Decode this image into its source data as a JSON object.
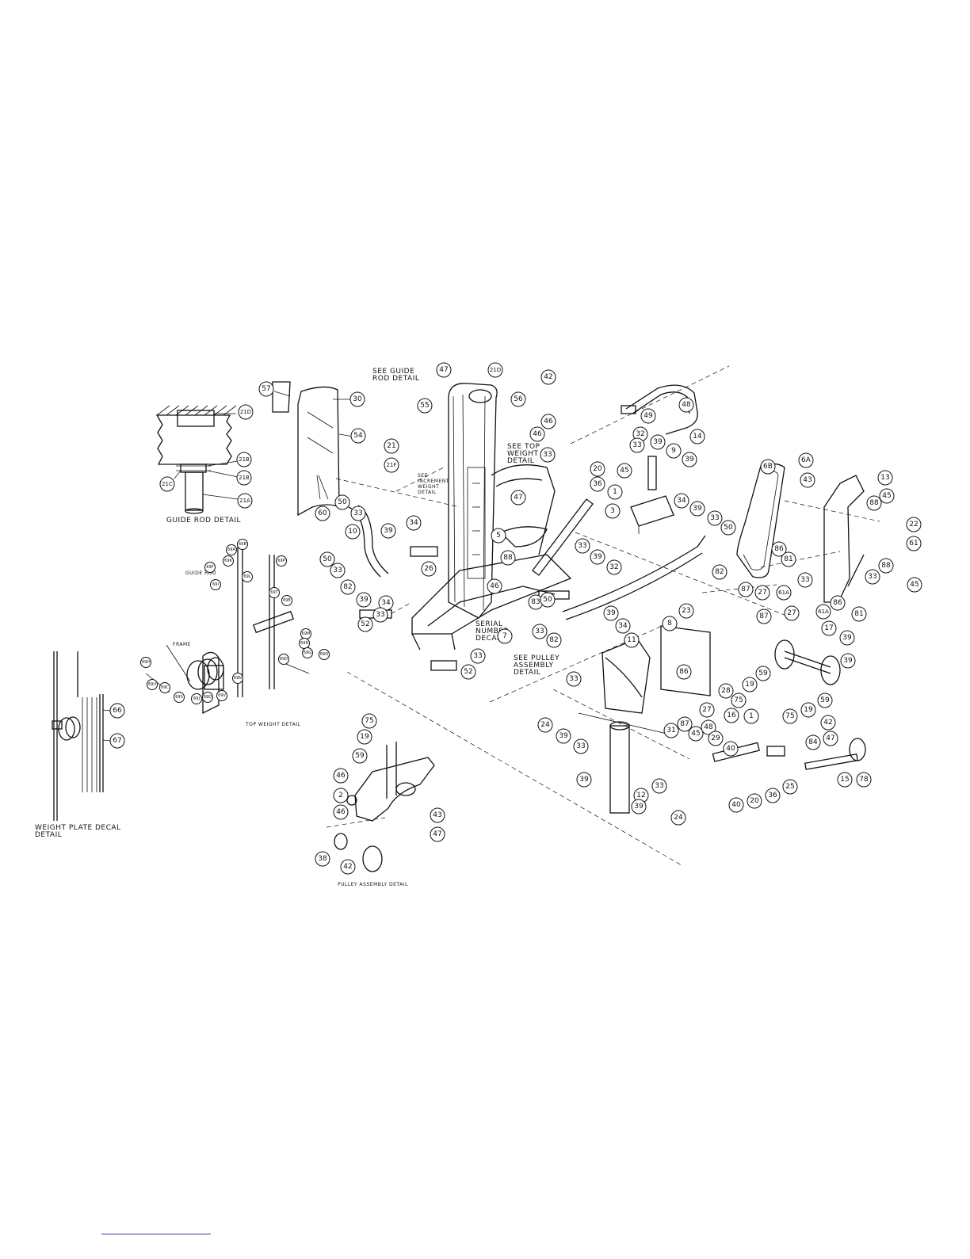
{
  "captions": {
    "guide_rod_detail": "GUIDE ROD DETAIL",
    "top_weight_detail": "TOP WEIGHT DETAIL",
    "weight_plate_decal_1": "WEIGHT PLATE DECAL",
    "weight_plate_decal_2": "DETAIL",
    "pulley_assembly_detail": "PULLEY ASSEMBLY DETAIL",
    "see_guide_1": "SEE GUIDE",
    "see_guide_2": "ROD DETAIL",
    "see_top_1": "SEE TOP",
    "see_top_2": "WEIGHT",
    "see_top_3": "DETAIL",
    "see_incr_1": "SEE",
    "see_incr_2": "INCREMENT",
    "see_incr_3": "WEIGHT",
    "see_incr_4": "DETAIL",
    "serial_1": "SERIAL",
    "serial_2": "NUMBER",
    "serial_3": "DECAL",
    "see_pulley_1": "SEE PULLEY",
    "see_pulley_2": "ASSEMBLY",
    "see_pulley_3": "DETAIL",
    "guide_rod_tag": "GUIDE ROD",
    "frame_tag": "FRAME"
  },
  "labels": [
    "47",
    "21D",
    "42",
    "56",
    "46",
    "46",
    "21",
    "21F",
    "55",
    "30",
    "57",
    "54",
    "60",
    "21D",
    "21B",
    "21B",
    "21C",
    "21A",
    "10",
    "50",
    "33",
    "39",
    "34",
    "26",
    "50",
    "33",
    "82",
    "39",
    "34",
    "33",
    "52",
    "52",
    "33",
    "7",
    "83",
    "88",
    "46",
    "5",
    "47",
    "33",
    "33",
    "50",
    "33",
    "82",
    "39",
    "34",
    "20",
    "36",
    "1",
    "32",
    "39",
    "9",
    "39",
    "45",
    "3",
    "34",
    "39",
    "33",
    "50",
    "82",
    "49",
    "48",
    "14",
    "32",
    "33",
    "39",
    "8",
    "23",
    "11",
    "28",
    "33",
    "86",
    "27",
    "87",
    "31",
    "45",
    "24",
    "39",
    "33",
    "39",
    "12",
    "33",
    "39",
    "24",
    "6B",
    "6A",
    "43",
    "13",
    "88",
    "45",
    "22",
    "61",
    "86",
    "81",
    "87",
    "27",
    "61A",
    "33",
    "33",
    "88",
    "45",
    "87",
    "27",
    "61A",
    "86",
    "81",
    "39",
    "17",
    "39",
    "59",
    "19",
    "75",
    "59",
    "19",
    "75",
    "16",
    "1",
    "48",
    "29",
    "40",
    "20",
    "36",
    "25",
    "40",
    "42",
    "47",
    "84",
    "15",
    "78",
    "75",
    "19",
    "59",
    "46",
    "2",
    "46",
    "43",
    "47",
    "38",
    "42",
    "66",
    "67",
    "69B",
    "69A",
    "69K",
    "69P",
    "69F",
    "69L",
    "69T",
    "69E",
    "69I",
    "69M",
    "69R",
    "69G",
    "69O",
    "69D",
    "69H",
    "69N",
    "69U",
    "69C",
    "69S",
    "69J",
    "69Q",
    "69V"
  ]
}
